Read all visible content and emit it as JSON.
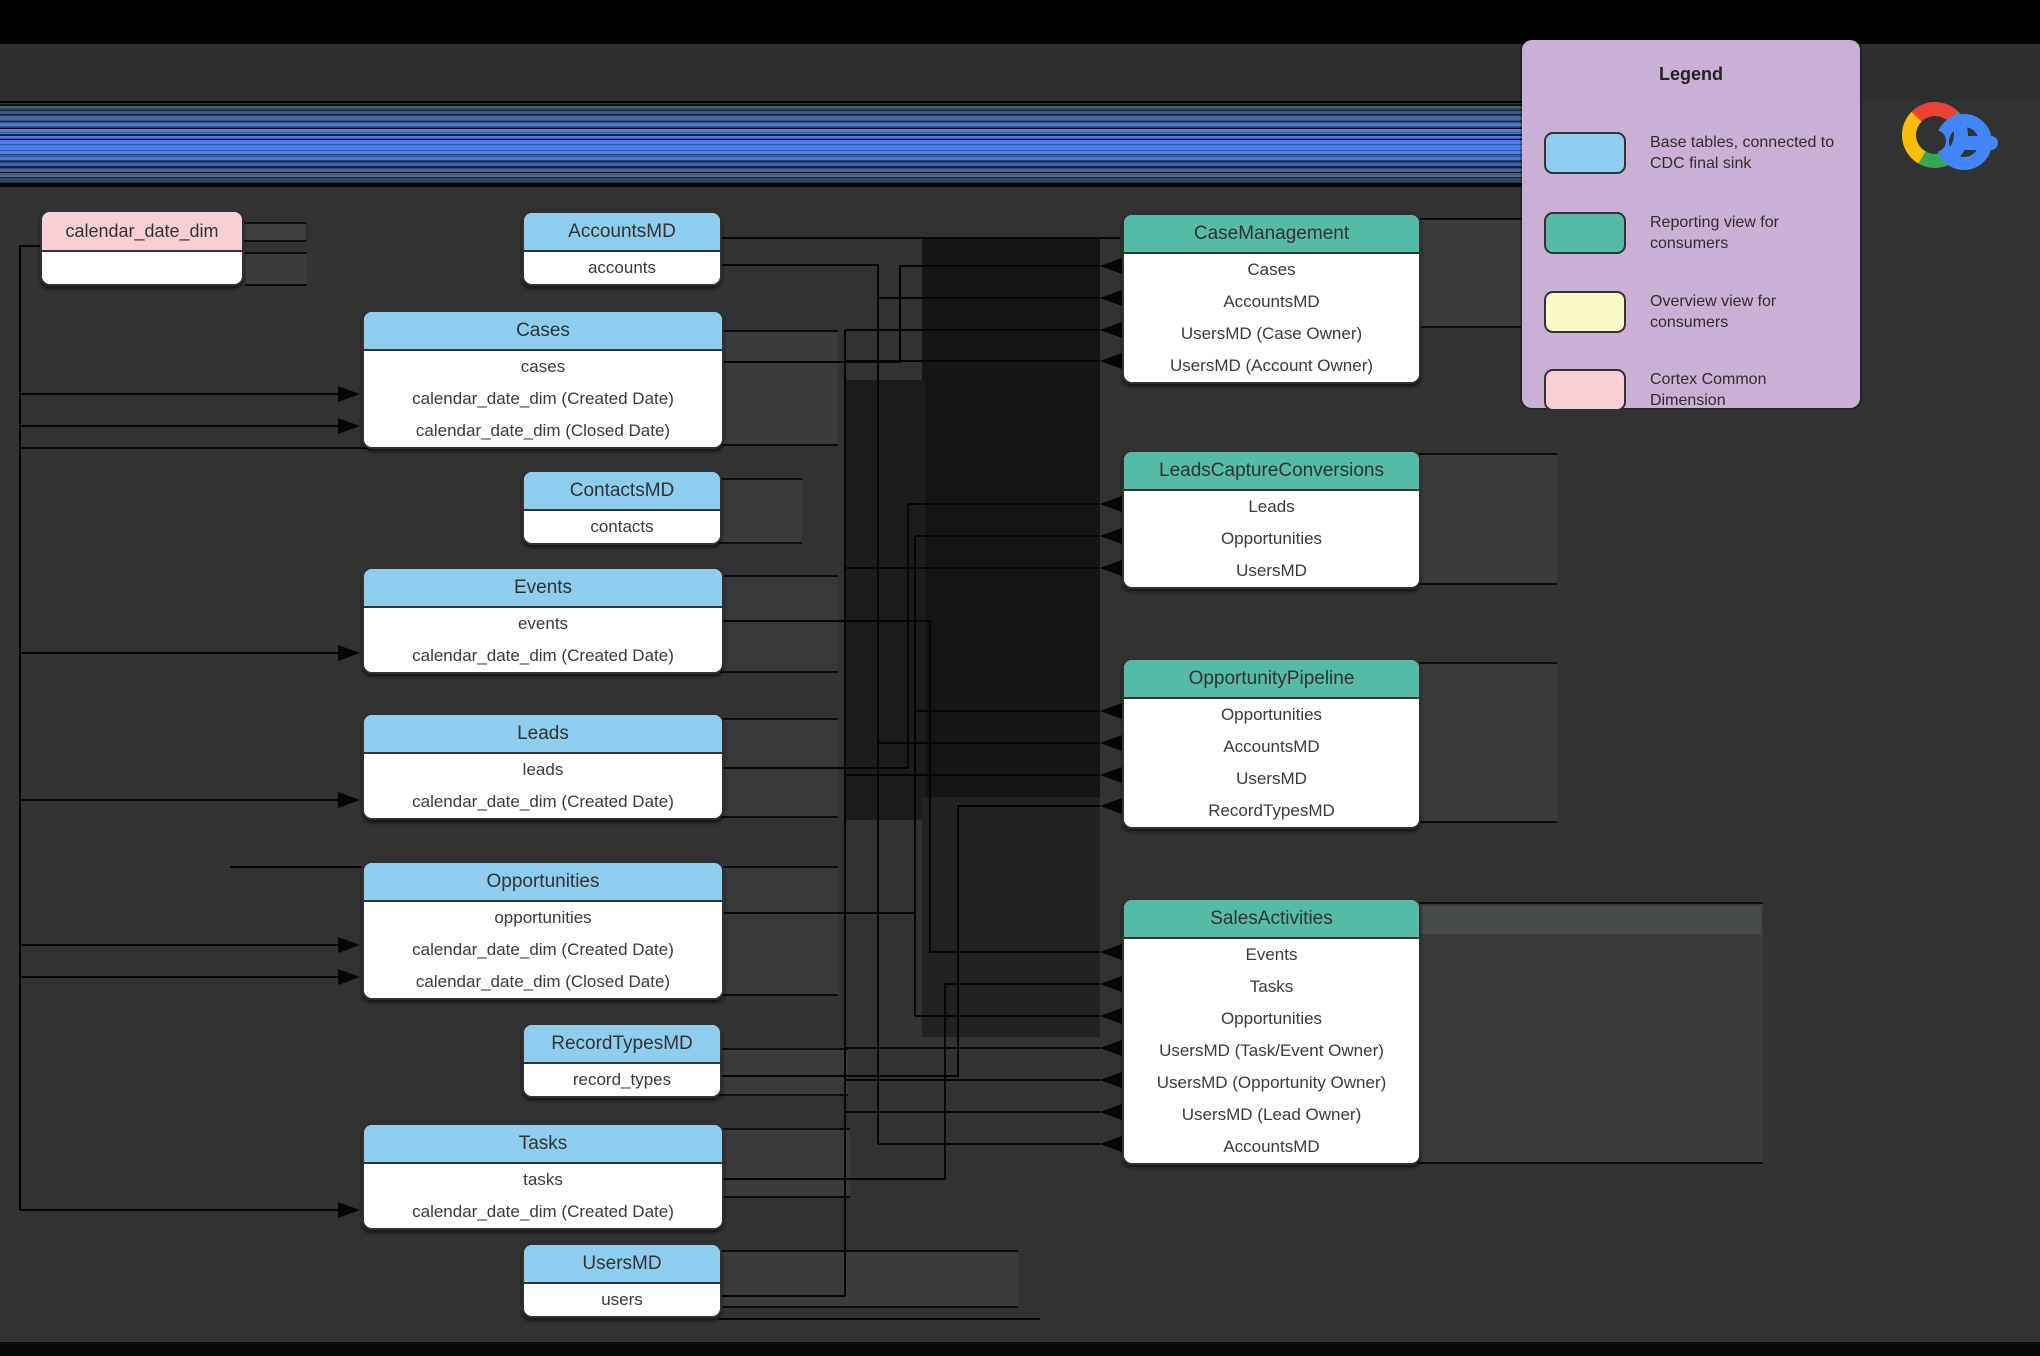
{
  "legend": {
    "title": "Legend",
    "items": [
      {
        "label": "Base tables, connected to CDC final sink",
        "color": "#8FCDEF"
      },
      {
        "label": "Reporting view for consumers",
        "color": "#55BAA6"
      },
      {
        "label": "Overview view for consumers",
        "color": "#F9F9C9"
      },
      {
        "label": "Cortex Common Dimension",
        "color": "#F8CFD4"
      }
    ]
  },
  "colors": {
    "base_table_header": "#8FCDEF",
    "reporting_view_header": "#55BAA6",
    "overview_view": "#F9F9C9",
    "common_dimension_header": "#F8CFD4",
    "legend_background": "#CCAFD5",
    "canvas_background": "#323232",
    "connector_line": "#000000"
  },
  "tables": {
    "calendar_date_dim": {
      "title": "calendar_date_dim",
      "rows": []
    },
    "accounts_md": {
      "title": "AccountsMD",
      "rows": [
        "accounts"
      ]
    },
    "cases": {
      "title": "Cases",
      "rows": [
        "cases",
        "calendar_date_dim (Created Date)",
        "calendar_date_dim (Closed Date)"
      ]
    },
    "contacts_md": {
      "title": "ContactsMD",
      "rows": [
        "contacts"
      ]
    },
    "events": {
      "title": "Events",
      "rows": [
        "events",
        "calendar_date_dim (Created Date)"
      ]
    },
    "leads": {
      "title": "Leads",
      "rows": [
        "leads",
        "calendar_date_dim (Created Date)"
      ]
    },
    "opportunities": {
      "title": "Opportunities",
      "rows": [
        "opportunities",
        "calendar_date_dim (Created Date)",
        "calendar_date_dim (Closed Date)"
      ]
    },
    "record_types_md": {
      "title": "RecordTypesMD",
      "rows": [
        "record_types"
      ]
    },
    "tasks": {
      "title": "Tasks",
      "rows": [
        "tasks",
        "calendar_date_dim (Created Date)"
      ]
    },
    "users_md": {
      "title": "UsersMD",
      "rows": [
        "users"
      ]
    },
    "case_management": {
      "title": "CaseManagement",
      "rows": [
        "Cases",
        "AccountsMD",
        "UsersMD (Case Owner)",
        "UsersMD (Account Owner)"
      ]
    },
    "leads_capture_conversions": {
      "title": "LeadsCaptureConversions",
      "rows": [
        "Leads",
        "Opportunities",
        "UsersMD"
      ]
    },
    "opportunity_pipeline": {
      "title": "OpportunityPipeline",
      "rows": [
        "Opportunities",
        "AccountsMD",
        "UsersMD",
        "RecordTypesMD"
      ]
    },
    "sales_activities": {
      "title": "SalesActivities",
      "rows": [
        "Events",
        "Tasks",
        "Opportunities",
        "UsersMD (Task/Event Owner)",
        "UsersMD (Opportunity Owner)",
        "UsersMD (Lead Owner)",
        "AccountsMD"
      ]
    }
  }
}
